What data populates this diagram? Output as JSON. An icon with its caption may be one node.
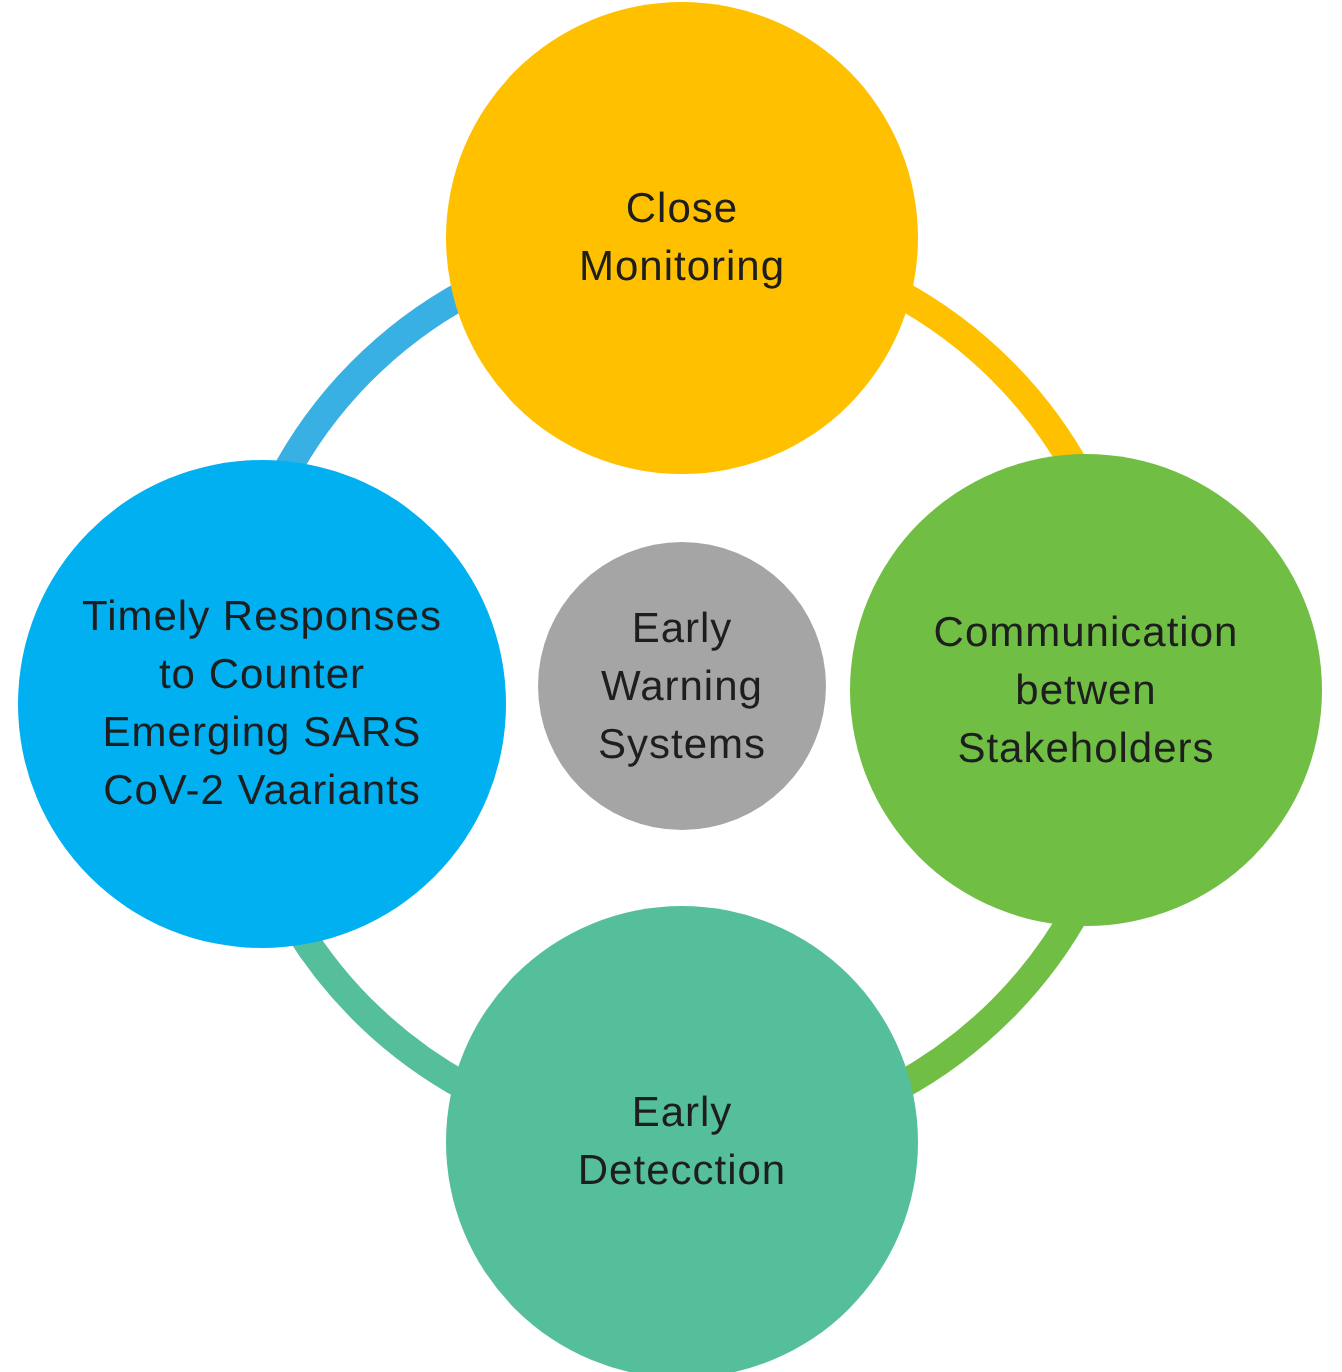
{
  "diagram": {
    "nodes": [
      {
        "text": [
          "Close Monitoring"
        ]
      },
      {
        "text": [
          "Timely Responses to Counter Emerging SARS CoV-2 Vaariants"
        ]
      },
      {
        "text": [
          "Early Warning Systems"
        ]
      },
      {
        "text": [
          "Communication betwen Stakeholders"
        ]
      },
      {
        "text": [
          "Early Detecction"
        ]
      }
    ],
    "edges": [
      {
        "from": 0,
        "to": 3,
        "arrow": "none",
        "color": "#ffc000"
      },
      {
        "from": 3,
        "to": 4,
        "arrow": "none",
        "color": "#70bf44"
      },
      {
        "from": 4,
        "to": 1,
        "arrow": "none",
        "color": "#55bf9b"
      },
      {
        "from": 1,
        "to": 0,
        "arrow": "none",
        "color": "#38b0e3"
      }
    ]
  }
}
